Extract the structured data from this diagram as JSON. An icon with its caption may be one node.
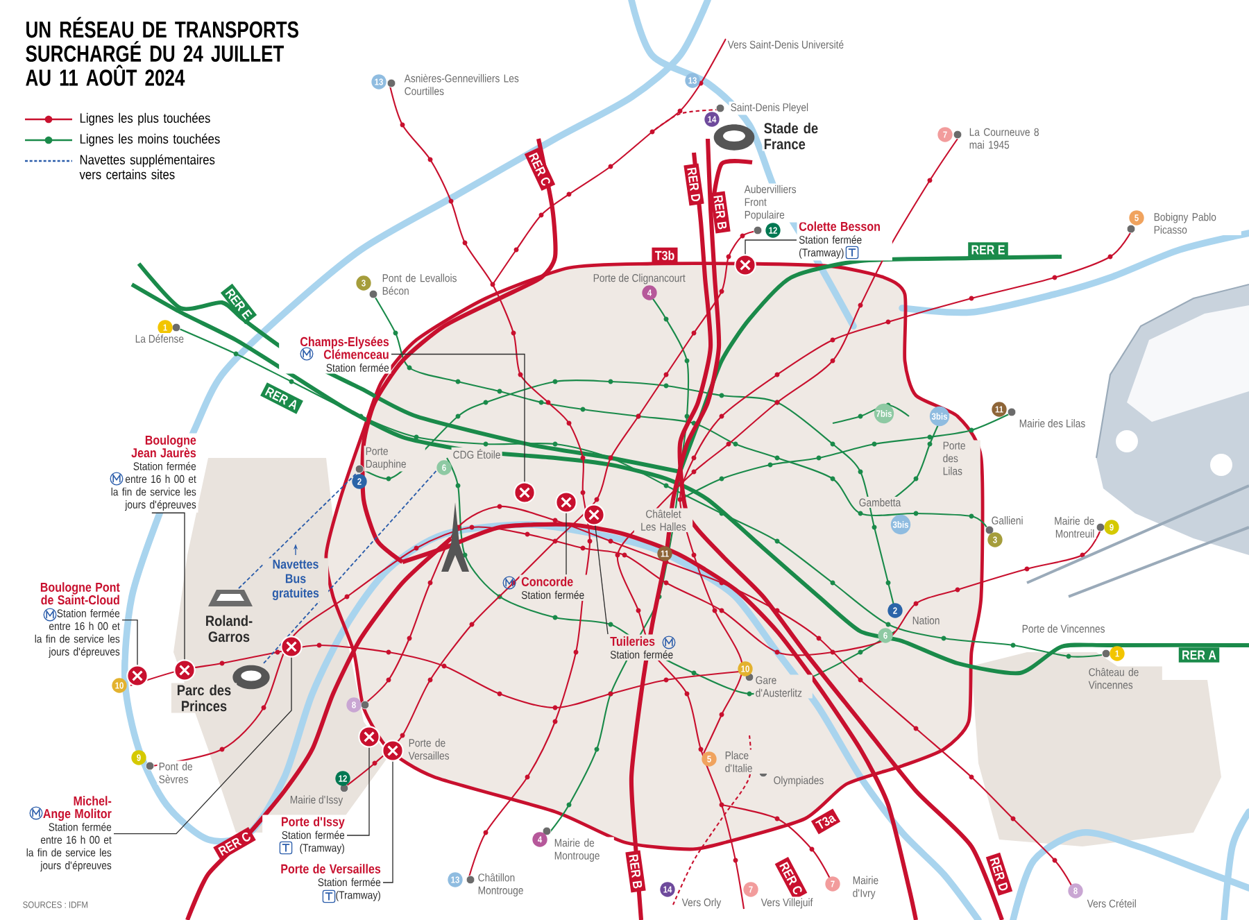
{
  "diagram": {
    "title": "UN RÉSEAU DE TRANSPORTS SURCHARGÉ DU 24 JUILLET AU 11 AOÛT 2024",
    "nodes": [
      {
        "text": [
          "Champs-Elysées Clémenceau",
          "Station fermée"
        ]
      },
      {
        "text": [
          "Colette Besson",
          "Station fermée (Tramway)"
        ]
      },
      {
        "text": [
          "Boulogne Jean Jaurès",
          "Station fermée entre 16 h 00 et la fin de service les jours d'épreuves"
        ]
      },
      {
        "text": [
          "Boulogne Pont de Saint-Cloud",
          "Station fermée entre 16 h 00 et la fin de service les jours d'épreuves"
        ]
      },
      {
        "text": [
          "Concorde",
          "Station fermée"
        ]
      },
      {
        "text": [
          "Tuileries",
          "Station fermée"
        ]
      },
      {
        "text": [
          "Michel-Ange Molitor",
          "Station fermée entre 16 h 00 et la fin de service les jours d'épreuves"
        ]
      },
      {
        "text": [
          "Porte d'Issy",
          "Station fermée (Tramway)"
        ]
      },
      {
        "text": [
          "Porte de Versailles",
          "Station fermée (Tramway)"
        ]
      },
      {
        "text": [],
        "shape": "circle"
      },
      {
        "text": [],
        "shape": "circle"
      },
      {
        "text": [],
        "shape": "circle"
      },
      {
        "text": [],
        "shape": "circle"
      },
      {
        "text": [],
        "shape": "circle"
      },
      {
        "text": [],
        "shape": "circle"
      },
      {
        "text": [],
        "shape": "circle"
      },
      {
        "text": [],
        "shape": "circle"
      },
      {
        "text": [],
        "shape": "circle"
      }
    ],
    "edges": [
      {
        "from": 0,
        "to": 9,
        "arrow": "none"
      },
      {
        "from": 1,
        "to": 10,
        "arrow": "none"
      },
      {
        "from": 2,
        "to": 11,
        "arrow": "none"
      },
      {
        "from": 3,
        "to": 12,
        "arrow": "none"
      },
      {
        "from": 4,
        "to": 13,
        "arrow": "none"
      },
      {
        "from": 5,
        "to": 14,
        "arrow": "none"
      },
      {
        "from": 6,
        "to": 15,
        "arrow": "none"
      },
      {
        "from": 7,
        "to": 16,
        "arrow": "none"
      },
      {
        "from": 8,
        "to": 17,
        "arrow": "none"
      }
    ],
    "labels": [
      "Vers Saint-Denis Université",
      "13",
      "Asnières-Gennevilliers Les Courtilles",
      "13",
      "Saint-Denis Pleyel",
      "14",
      "Stade de France",
      "7",
      "La Courneuve 8 mai 1945",
      "RER D",
      "RER C",
      "RER B",
      "Aubervilliers Front Populaire",
      "12",
      "5",
      "Bobigny Pablo Picasso",
      "T3b",
      "RER E",
      "3",
      "Pont de Levallois Bécon",
      "Porte de Clignancourt",
      "4",
      "1",
      "La Défense",
      "RER E",
      "RER A",
      "7bis",
      "3bis",
      "11",
      "Mairie des Lilas",
      "Porte des Lilas",
      "Porte Dauphine",
      "CDG Étoile",
      "2",
      "6",
      "Gambetta",
      "3bis",
      "Gallieni",
      "3",
      "Mairie de Montreuil",
      "9",
      "Châtelet Les Halles",
      "11",
      "Navettes Bus gratuites",
      "Roland-Garros",
      "2",
      "Nation",
      "Porte de Vincennes",
      "6",
      "RER A",
      "1",
      "Château de Vincennes",
      "10",
      "Parc des Princes",
      "10",
      "Gare d'Austerlitz",
      "8",
      "Porte de Versailles",
      "9",
      "Pont de Sèvres",
      "12",
      "Mairie d'Issy",
      "5",
      "Place d'Italie",
      "Olympiades",
      "RER B",
      "T3a",
      "RER C",
      "RER C",
      "RER D",
      "4",
      "Mairie de Montrouge",
      "13",
      "Châtillon Montrouge",
      "7",
      "Mairie d'Ivry",
      "14",
      "Vers Orly",
      "7",
      "Vers Villejuif",
      "8",
      "Vers Créteil",
      "SOURCES : IDFM"
    ],
    "legend": [
      {
        "text": "Lignes les plus touchées"
      },
      {
        "text": "Lignes les moins touchées"
      },
      {
        "text": "Navettes supplémentaires vers certains sites"
      }
    ]
  }
}
